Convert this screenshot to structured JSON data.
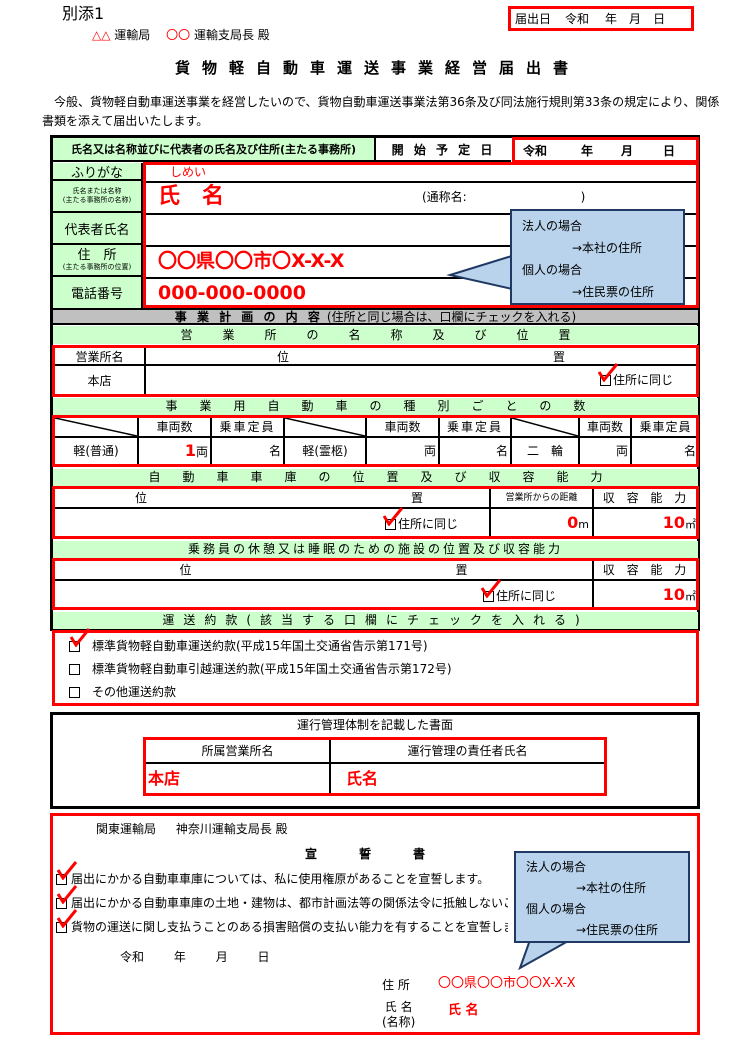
{
  "header": {
    "attachment": "別添1",
    "recipient_bureau_prefix": "△△",
    "recipient_bureau": "運輸局",
    "recipient_branch_prefix": "〇〇",
    "recipient_branch": "運輸支局長 殿",
    "submission_date_label": "届出日",
    "submission_era": "令和",
    "year": "年",
    "month": "月",
    "day": "日"
  },
  "title": "貨物軽自動車運送事業経営届出書",
  "intro": "今般、貨物軽自動車運送事業を経営したいので、貨物自動車運送事業法第36条及び同法施行規則第33条の規定により、関係書類を添えて届出いたします。",
  "applicant": {
    "section_label": "氏名又は名称並びに代表者の氏名及び住所(主たる事務所)",
    "start_date_label": "開 始 予 定 日",
    "start_era": "令和",
    "start_year": "年",
    "start_month": "月",
    "start_day": "日",
    "furigana_label": "ふりがな",
    "furigana_value": "しめい",
    "name_label_1": "氏名または名称",
    "name_label_2": "(主たる事務所の名称)",
    "name_value": "氏　名",
    "alias_label": "(通称名:",
    "alias_close": ")",
    "rep_label": "代表者氏名",
    "address_label": "住　所",
    "address_sub": "(主たる事務所の位置)",
    "address_value": "〇〇県〇〇市〇X-X-X",
    "phone_label": "電話番号",
    "phone_value": "000-000-0000"
  },
  "callout_top": {
    "line1": "法人の場合",
    "line2": "→本社の住所",
    "line3": "個人の場合",
    "line4": "→住民票の住所"
  },
  "plan": {
    "header_main": "事 業 計 画 の 内 容",
    "header_note": "(住所と同じ場合は、口欄にチェックを入れる)",
    "office_header": "営業所の名称及び位置",
    "office_name_col": "営業所名",
    "office_location_col": "位　　置",
    "office_name": "本店",
    "same_address": "住所に同じ",
    "office_checked": true
  },
  "vehicles": {
    "header": "事業用自動車の種別ごとの数",
    "count_label": "車両数",
    "capacity_label": "乗車定員",
    "types": [
      {
        "name": "軽(普通)",
        "count": "1",
        "count_unit": "両",
        "capacity": "",
        "capacity_unit": "名"
      },
      {
        "name": "軽(霊柩)",
        "count": "",
        "count_unit": "両",
        "capacity": "",
        "capacity_unit": "名"
      },
      {
        "name": "二　輪",
        "count": "",
        "count_unit": "両",
        "capacity": "",
        "capacity_unit": "名"
      }
    ]
  },
  "garage": {
    "header": "自動車車庫の位置及び収容能力",
    "location_col": "位　　置",
    "distance_col": "営業所からの距離",
    "capacity_col": "収 容 能 力",
    "same_address": "住所に同じ",
    "distance_value": "0",
    "distance_unit": "m",
    "capacity_value": "10",
    "capacity_unit": "㎡"
  },
  "rest": {
    "header": "乗務員の休憩又は睡眠のための施設の位置及び収容能力",
    "location_col": "位　　置",
    "capacity_col": "収 容 能 力",
    "same_address": "住所に同じ",
    "capacity_value": "10",
    "capacity_unit": "㎡"
  },
  "terms": {
    "header": "運送約款(該当する口欄にチェックを入れる)",
    "items": [
      {
        "label": "標準貨物軽自動車運送約款(平成15年国土交通省告示第171号)",
        "checked": true
      },
      {
        "label": "標準貨物軽自動車引越運送約款(平成15年国土交通省告示第172号)",
        "checked": false
      },
      {
        "label": "その他運送約款",
        "checked": false
      }
    ]
  },
  "management": {
    "title": "運行管理体制を記載した書面",
    "col_office": "所属営業所名",
    "col_manager": "運行管理の責任者氏名",
    "office_value": "本店",
    "manager_value": "氏名"
  },
  "oath": {
    "recipient_bureau": "関東運輸局",
    "recipient_branch": "神奈川運輸支局長 殿",
    "title": "宣　　誓　　書",
    "items": [
      {
        "label": "届出にかかる自動車車庫については、私に使用権原があることを宣誓します。",
        "checked": true
      },
      {
        "label": "届出にかかる自動車車庫の土地・建物は、都市計画法等の関係法令に抵触しないことを宣誓します。",
        "checked": true
      },
      {
        "label": "貨物の運送に関し支払うことのある損害賠償の支払い能力を有することを宣誓します。",
        "checked": true
      }
    ],
    "era": "令和",
    "year": "年",
    "month": "月",
    "day": "日",
    "address_label": "住 所",
    "address_value": "〇〇県〇〇市〇〇X-X-X",
    "name_label": "氏 名",
    "name_sub": "(名称)",
    "name_value": "氏 名"
  },
  "callout_bottom": {
    "line1": "法人の場合",
    "line2": "→本社の住所",
    "line3": "個人の場合",
    "line4": "→住民票の住所"
  },
  "colors": {
    "accent_red": "#ff0000",
    "label_green": "#ccffcc",
    "header_gray": "#c0c0c0",
    "callout_blue": "#b9d3ec",
    "callout_border": "#1f3864"
  }
}
